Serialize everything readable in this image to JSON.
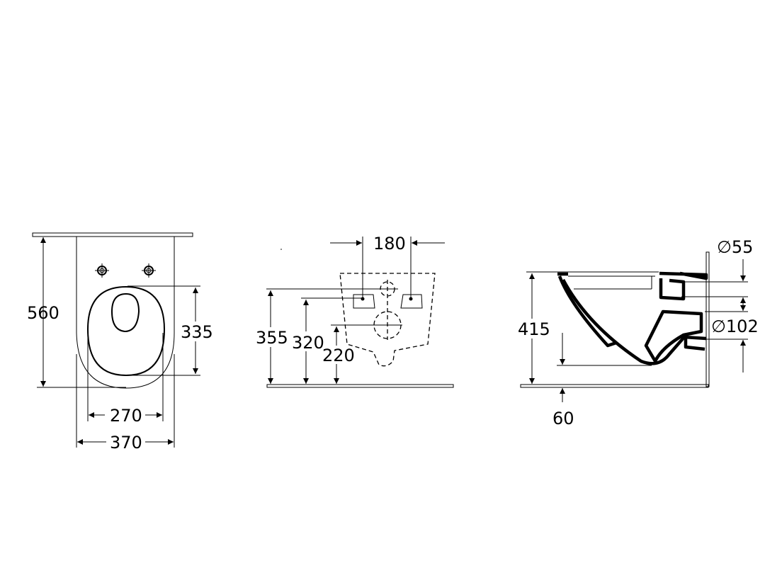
{
  "drawing": {
    "front_view": {
      "total_height": "560",
      "seat_opening_depth": "335",
      "seat_width": "270",
      "total_width": "370"
    },
    "rear_view": {
      "bolt_spacing": "180",
      "top_fixing_height": "355",
      "bolt_height": "320",
      "waste_height": "220"
    },
    "side_view": {
      "inlet_diameter": "∅55",
      "outlet_diameter": "∅102",
      "rim_height": "415",
      "bowl_clearance": "60"
    }
  }
}
